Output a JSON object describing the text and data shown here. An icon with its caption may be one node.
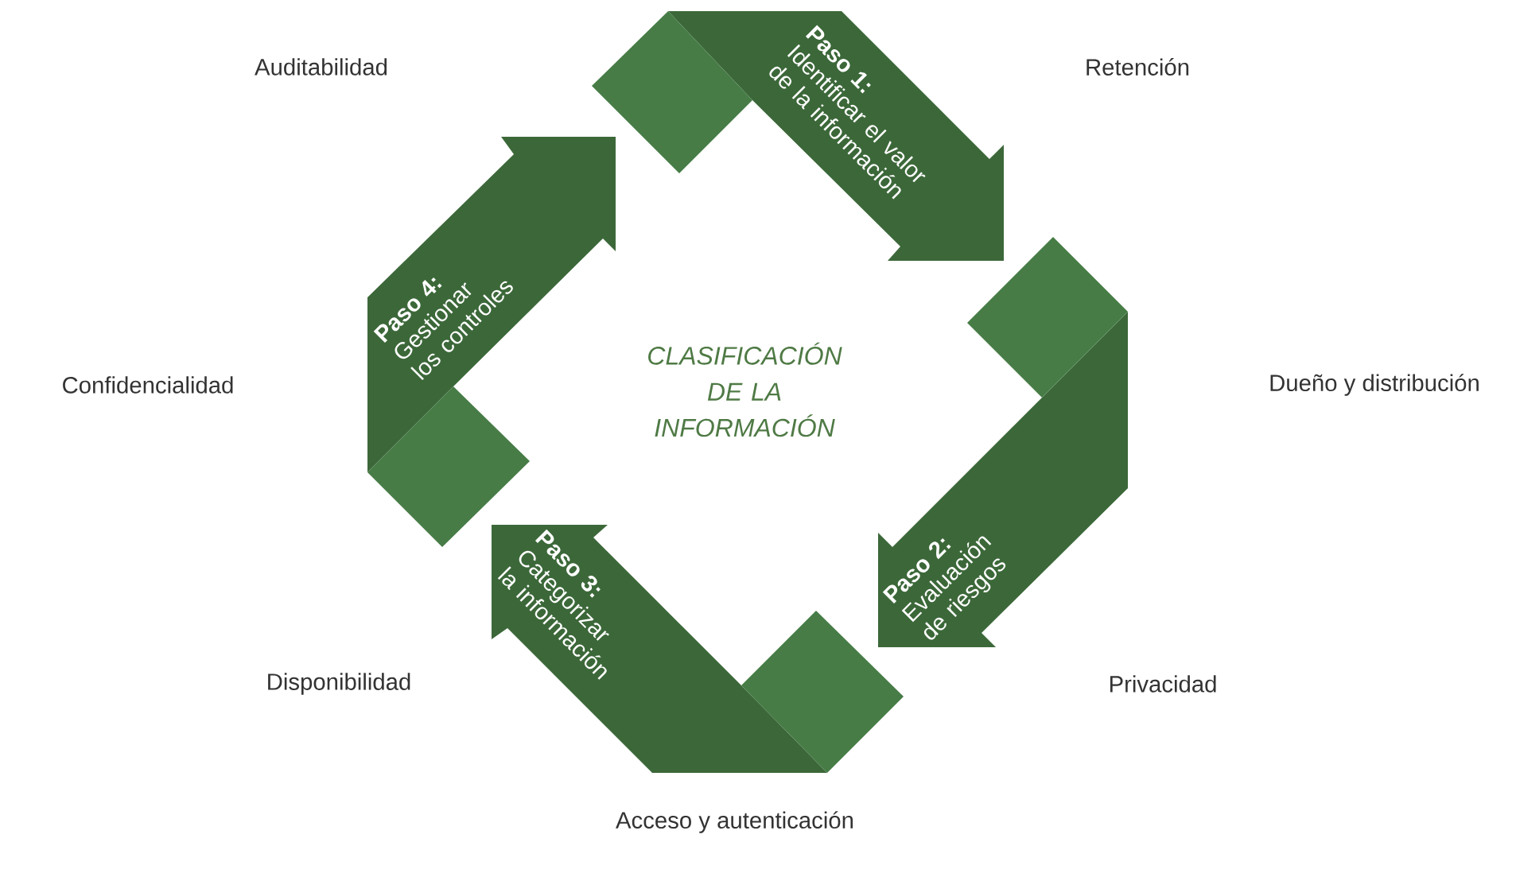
{
  "diagram": {
    "nodes": [
      {
        "text": [
          "Paso 1:",
          "Identificar el valor de la información"
        ]
      },
      {
        "text": [
          "Paso 2:",
          "Evaluación de riesgos"
        ]
      },
      {
        "text": [
          "Paso 3:",
          "Categorizar la información"
        ]
      },
      {
        "text": [
          "Paso 4:",
          "Gestionar los controles"
        ]
      }
    ],
    "labels": [
      "Auditabilidad",
      "Retención",
      "Confidencialidad",
      "CLASIFICACIÓN DE LA INFORMACIÓN",
      "Dueño y distribución",
      "Disponibilidad",
      "Privacidad",
      "Acceso y autenticación"
    ]
  }
}
